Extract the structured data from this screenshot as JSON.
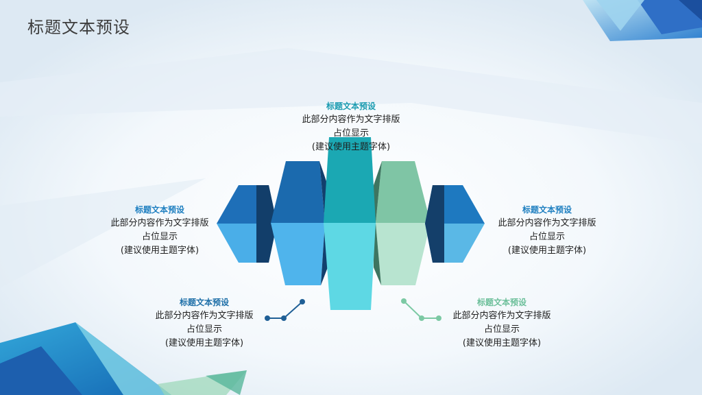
{
  "title": "标题文本预设",
  "blocks": {
    "top": {
      "heading": "标题文本预设",
      "body": "此部分内容作为文字排版",
      "line2": "占位显示",
      "line3": "(建议使用主题字体)",
      "color": "#1a9bb0"
    },
    "left": {
      "heading": "标题文本预设",
      "body": "此部分内容作为文字排版",
      "line2": "占位显示",
      "line3": "(建议使用主题字体)",
      "color": "#1e7fc0"
    },
    "right": {
      "heading": "标题文本预设",
      "body": "此部分内容作为文字排版",
      "line2": "占位显示",
      "line3": "(建议使用主题字体)",
      "color": "#1e7fc0"
    },
    "bottom_left": {
      "heading": "标题文本预设",
      "body": "此部分内容作为文字排版",
      "line2": "占位显示",
      "line3": "(建议使用主题字体)",
      "color": "#1e6fa8"
    },
    "bottom_right": {
      "heading": "标题文本预设",
      "body": "此部分内容作为文字排版",
      "line2": "占位显示",
      "line3": "(建议使用主题字体)",
      "color": "#6cbf9a"
    }
  }
}
